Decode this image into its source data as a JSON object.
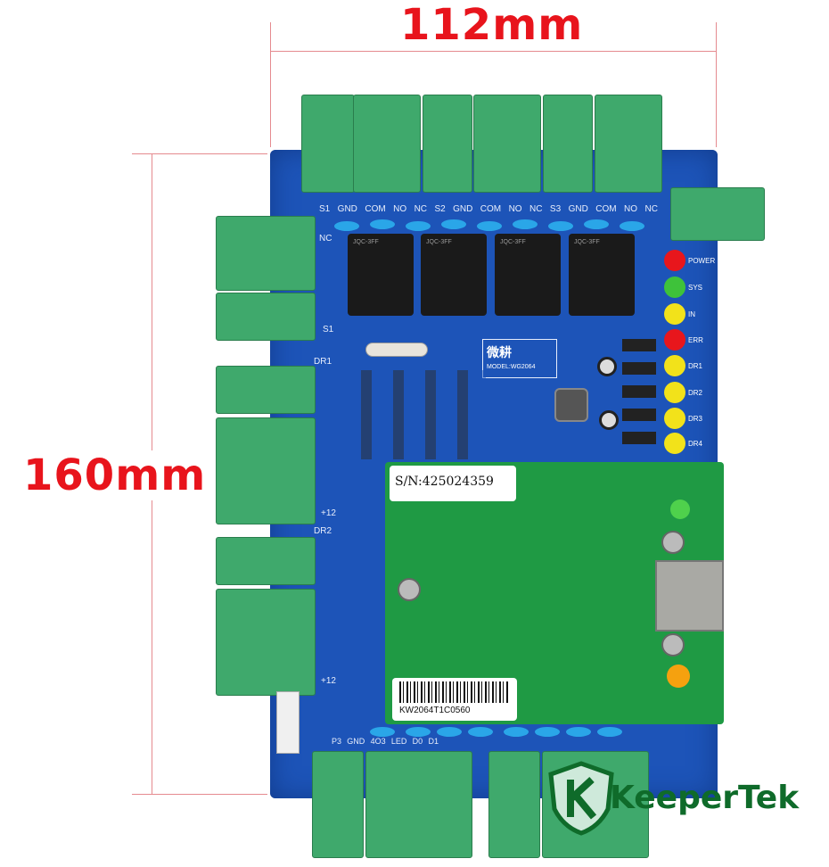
{
  "dimensions": {
    "width_label": "112mm",
    "height_label": "160mm"
  },
  "board": {
    "brand": "微耕",
    "model": "MODEL:WG2064",
    "serial_label": "S/N:425024359",
    "barcode_text": "KW2064T1C0560",
    "top_terminal_labels": [
      "S1",
      "GND",
      "COM",
      "NO",
      "NC",
      "S2",
      "GND",
      "COM",
      "NO",
      "NC",
      "S3",
      "GND",
      "COM",
      "NO",
      "NC"
    ],
    "bottom_terminal_labels": [
      "P3",
      "GND",
      "4O3",
      "LED",
      "D0",
      "D1"
    ],
    "left_labels": {
      "nc": "NC",
      "s1": "S1",
      "dr1": "DR1",
      "dr2": "DR2",
      "v12a": "+12",
      "v12b": "+12"
    },
    "leds": [
      {
        "label": "POWER",
        "color": "#e8161c"
      },
      {
        "label": "SYS",
        "color": "#3ec23a"
      },
      {
        "label": "IN",
        "color": "#f2e21a"
      },
      {
        "label": "ERR",
        "color": "#e8161c"
      },
      {
        "label": "DR1",
        "color": "#f2e21a"
      },
      {
        "label": "DR2",
        "color": "#f2e21a"
      },
      {
        "label": "DR3",
        "color": "#f2e21a"
      },
      {
        "label": "DR4",
        "color": "#f2e21a"
      }
    ]
  },
  "logo": {
    "text": "KeeperTek",
    "color": "#0f6b2a"
  }
}
